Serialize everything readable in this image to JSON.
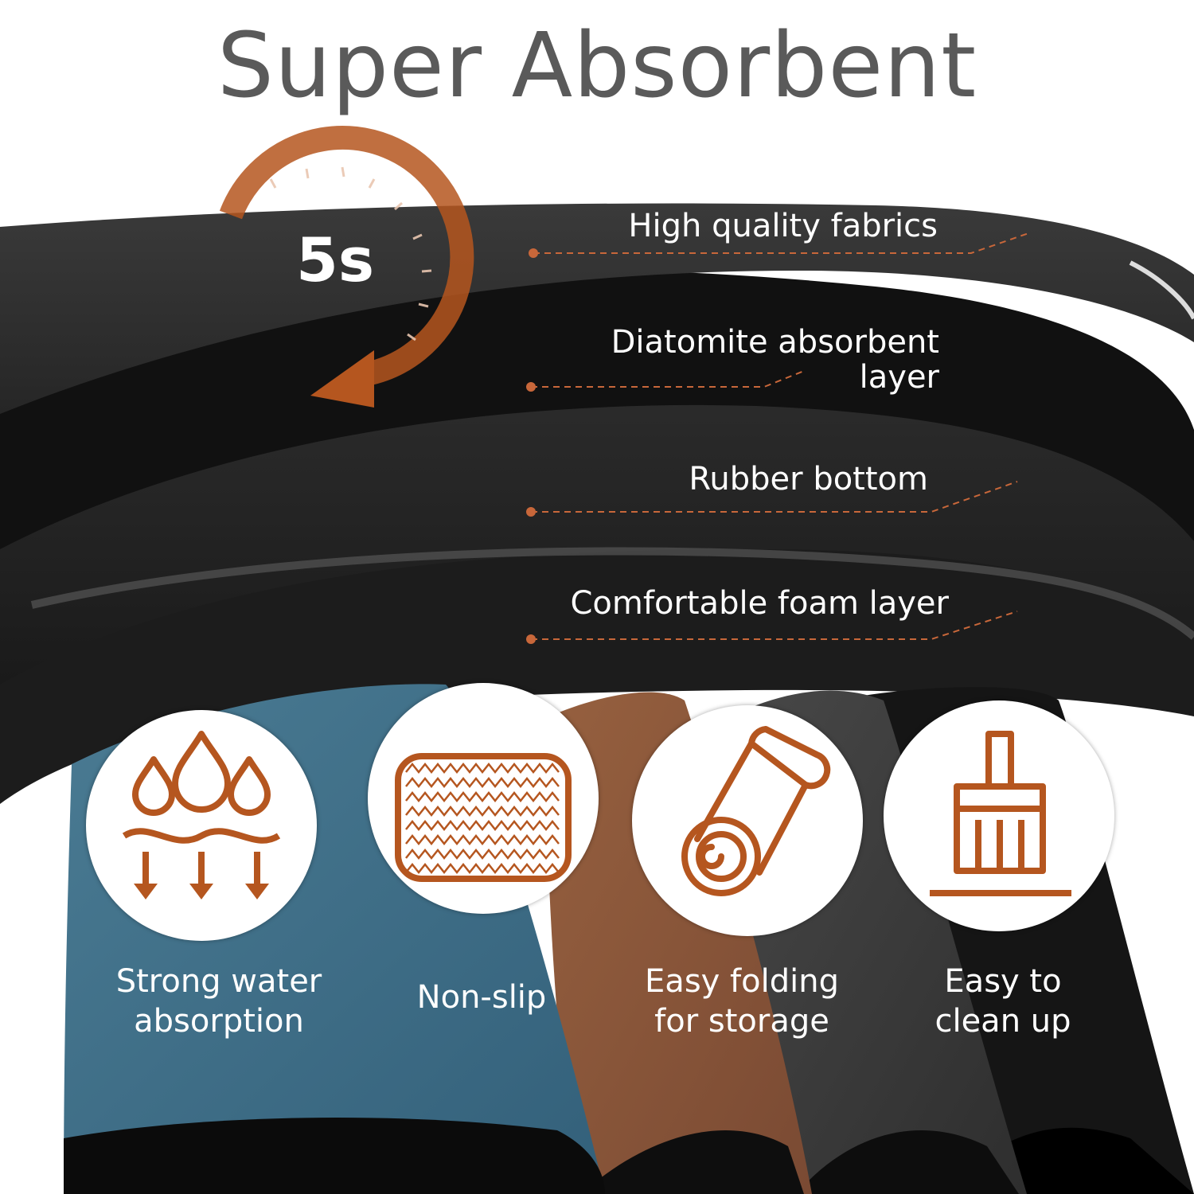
{
  "title": "Super Absorbent",
  "timer": {
    "label": "5s"
  },
  "layers": [
    {
      "label": "High quality fabrics"
    },
    {
      "label": "Diatomite absorbent\nlayer"
    },
    {
      "label": "Rubber bottom"
    },
    {
      "label": "Comfortable foam layer"
    }
  ],
  "features": [
    {
      "icon": "water-drops-icon",
      "label": "Strong water\nabsorption"
    },
    {
      "icon": "non-slip-pad-icon",
      "label": "Non-slip"
    },
    {
      "icon": "rolled-mat-icon",
      "label": "Easy folding\nfor storage"
    },
    {
      "icon": "paint-brush-icon",
      "label": "Easy to\nclean up"
    }
  ],
  "colors": {
    "accent": "#b5561f",
    "mat_blue": "#3f6e86",
    "mat_brown": "#8a553c",
    "mat_gray": "#3b3b3b",
    "mat_black": "#151515"
  }
}
